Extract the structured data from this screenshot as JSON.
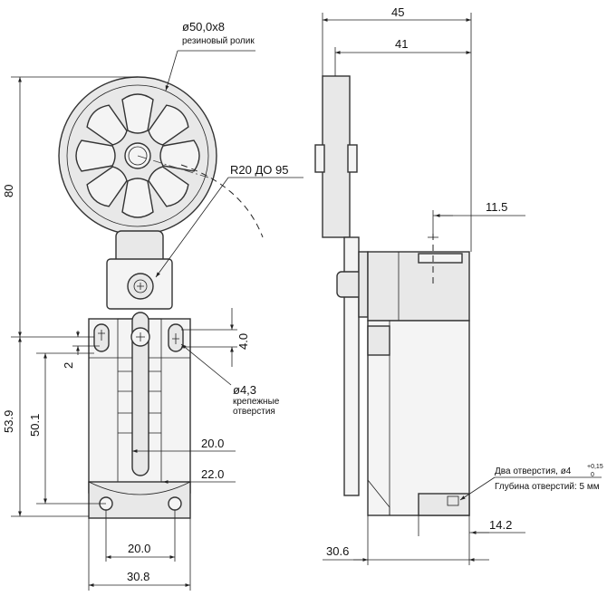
{
  "front_view": {
    "roller_note": "ø50,0x8",
    "roller_note_sub": "резиновый ролик",
    "radius_note": "R20 ДО 95",
    "hole_note": "ø4,3",
    "hole_note_sub1": "крепежные",
    "hole_note_sub2": "отверстия",
    "dim_height_total": "80",
    "dim_height_body": "53.9",
    "dim_height_inner": "50.1",
    "dim_slot": "2",
    "dim_hole_spacing": "4.0",
    "dim_width_20": "20.0",
    "dim_width_22": "22.0",
    "dim_bottom_20": "20.0",
    "dim_bottom_30": "30.8"
  },
  "side_view": {
    "dim_45": "45",
    "dim_41": "41",
    "dim_11_5": "11.5",
    "dim_14_2": "14.2",
    "dim_30_6": "30.6",
    "holes_note": "Два отверстия, ø4",
    "holes_tol_upper": "+0,15",
    "holes_tol_lower": "0",
    "depth_note": "Глубина отверстий: 5 мм"
  }
}
